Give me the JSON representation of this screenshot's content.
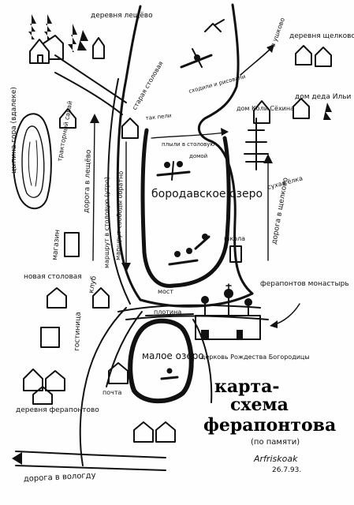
{
  "title": {
    "line1": "карта-",
    "line2": "схема",
    "line3": "ферапонтова",
    "line4": "(по памяти)"
  },
  "signature": {
    "name": "Arfriskoak",
    "date": "26.7.93."
  },
  "lakes": {
    "big": "бородавское озеро",
    "small": "малое озеро"
  },
  "villages": {
    "leshchevo": "деревня лещёво",
    "shchelkovo": "деревня щелково",
    "ferapontovo": "деревня ферапонтово",
    "tsypina": "цыпина гора (вдалеке)",
    "v_uskovo": "в ушково"
  },
  "places": {
    "stolovaya_old": "старая столовая",
    "novaya_stolovaya": "новая столовая",
    "magazin": "магазин",
    "klub": "клуб",
    "gostinitsa": "гостиница",
    "pochta": "почта",
    "shkola": "школа",
    "most": "мост",
    "plotina": "плотина",
    "dom_koli": "дом Коли Сёхина",
    "dom_deda": "дом деда Ильи",
    "sukhaya_elka": "сухая ёлка",
    "tak_pel": "так пели",
    "skhodili": "сходили и рисовали",
    "plyli": "плыли в столовую",
    "domoi": "домой",
    "traktor": "тракторный сарай"
  },
  "roads": {
    "doroga_leshchevo": "дорога в лещёво",
    "doroga_shchelkovo": "дорога в щелково",
    "marshrut": "маршрут в столовую (утро)",
    "marshrut_back": "маршрут свободы обратно",
    "doroga_vologda": "дорога в вологду"
  },
  "monastery": {
    "label": "ферапонтов монастырь",
    "church": "церковь Рождества Богородицы"
  }
}
